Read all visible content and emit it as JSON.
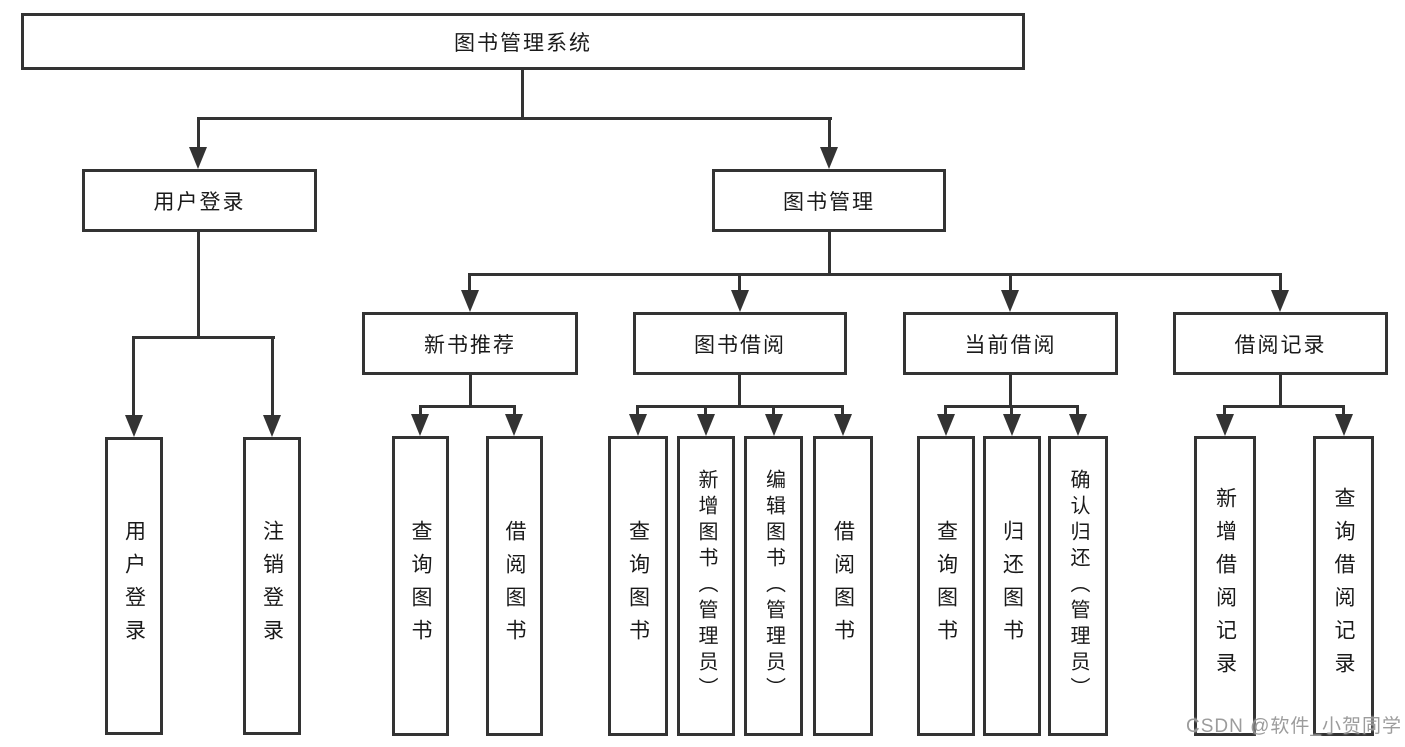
{
  "diagram": {
    "title": "图书管理系统",
    "type": "功能结构图 (functional decomposition tree)",
    "watermark": "CSDN @软件_小贺同学",
    "colors": {
      "background": "#ffffff",
      "line": "#333333",
      "border": "#333333",
      "text": "#1a1a1a",
      "watermark": "#949494"
    }
  },
  "nodes": {
    "root": {
      "label": "图书管理系统"
    },
    "user_login": {
      "label": "用户登录"
    },
    "book_mgmt": {
      "label": "图书管理"
    },
    "new_book_rec": {
      "label": "新书推荐"
    },
    "book_borrow": {
      "label": "图书借阅"
    },
    "current_borrow": {
      "label": "当前借阅"
    },
    "borrow_records": {
      "label": "借阅记录"
    },
    "user_login_leaf": {
      "label": "用户登录"
    },
    "logout_leaf": {
      "label": "注销登录"
    },
    "query_books_rec": {
      "label": "查询图书"
    },
    "borrow_books_rec": {
      "label": "借阅图书"
    },
    "query_books_bb": {
      "label": "查询图书"
    },
    "add_books_bb": {
      "label": "新增图书（管理员）"
    },
    "edit_books_bb": {
      "label": "编辑图书（管理员）"
    },
    "borrow_books_bb": {
      "label": "借阅图书"
    },
    "query_books_cb": {
      "label": "查询图书"
    },
    "return_books_cb": {
      "label": "归还图书"
    },
    "confirm_return_cb": {
      "label": "确认归还（管理员）"
    },
    "add_borrow_record": {
      "label": "新增借阅记录"
    },
    "query_borrow_record": {
      "label": "查询借阅记录"
    }
  },
  "edges": [
    "图书管理系统→用户登录",
    "图书管理系统→图书管理",
    "用户登录→用户登录",
    "用户登录→注销登录",
    "图书管理→新书推荐",
    "图书管理→图书借阅",
    "图书管理→当前借阅",
    "图书管理→借阅记录",
    "新书推荐→查询图书",
    "新书推荐→借阅图书",
    "图书借阅→查询图书",
    "图书借阅→新增图书（管理员）",
    "图书借阅→编辑图书（管理员）",
    "图书借阅→借阅图书",
    "当前借阅→查询图书",
    "当前借阅→归还图书",
    "当前借阅→确认归还（管理员）",
    "借阅记录→新增借阅记录",
    "借阅记录→查询借阅记录"
  ]
}
